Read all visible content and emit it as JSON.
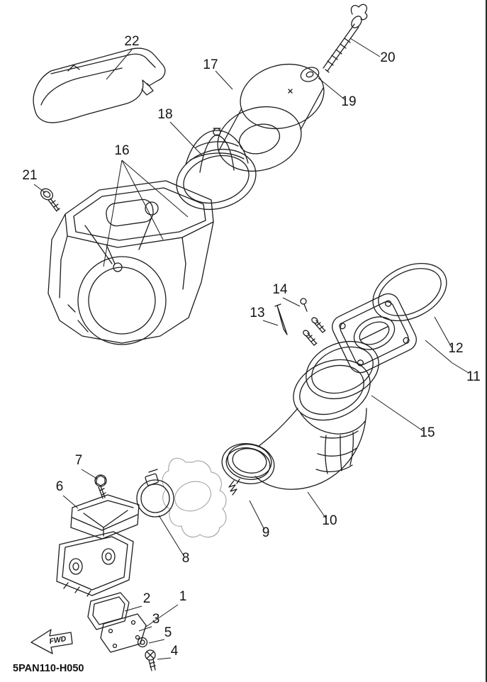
{
  "diagram": {
    "code": "5PAN110-H050",
    "fwd_label": "FWD",
    "ink_color": "#1c1c1c",
    "paper_color": "#ffffff",
    "callouts": {
      "c1": "1",
      "c2": "2",
      "c3": "3",
      "c4": "4",
      "c5": "5",
      "c6": "6",
      "c7": "7",
      "c8": "8",
      "c9": "9",
      "c10": "10",
      "c11": "11",
      "c12": "12",
      "c13": "13",
      "c14": "14",
      "c15": "15",
      "c16": "16",
      "c17": "17",
      "c18": "18",
      "c19": "19",
      "c20": "20",
      "c21": "21",
      "c22": "22"
    }
  }
}
